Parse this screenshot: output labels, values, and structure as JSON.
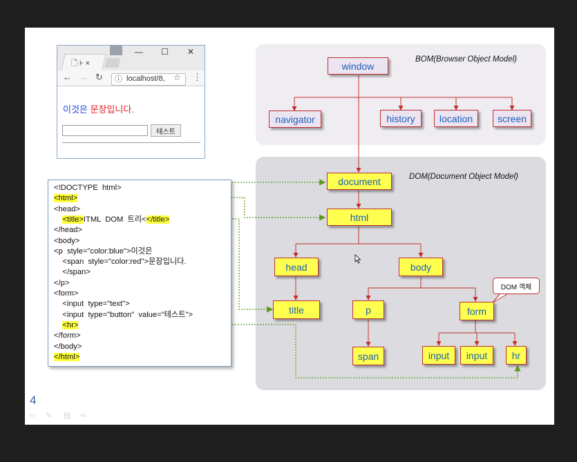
{
  "slide_number": "4",
  "bom": {
    "label": "BOM(Browser Object Model)",
    "nodes": {
      "window": "window",
      "navigator": "navigator",
      "history": "history",
      "location": "location",
      "screen": "screen"
    }
  },
  "dom": {
    "label": "DOM(Document Object Model)",
    "nodes": {
      "document": "document",
      "html": "html",
      "head": "head",
      "body": "body",
      "title": "title",
      "p": "p",
      "form": "form",
      "span": "span",
      "input1": "input",
      "input2": "input",
      "hr": "hr"
    },
    "callout": "DOM 객체"
  },
  "browser": {
    "tab_text": "🗋 ⊦ ×",
    "window_controls": [
      "—",
      "☐",
      "✕"
    ],
    "url": "localhost/8,",
    "page_text_blue": "이것은",
    "page_text_red": "문장입니다.",
    "button_label": "테스트"
  },
  "code": {
    "lines": [
      {
        "pre": "<!DOCTYPE  html>",
        "hl": "",
        "post": ""
      },
      {
        "pre": "",
        "hl": "<html>",
        "post": ""
      },
      {
        "pre": "<head>",
        "hl": "",
        "post": ""
      },
      {
        "pre": "    ",
        "hl": "<title>",
        "post": "ITML  DOM  트리<",
        "hl2": "</title>"
      },
      {
        "pre": "</head>",
        "hl": "",
        "post": ""
      },
      {
        "pre": "<body>",
        "hl": "",
        "post": ""
      },
      {
        "pre": "<p  style=\"color:blue\">이것은",
        "hl": "",
        "post": ""
      },
      {
        "pre": "    <span  style=\"color:red\">문장입니다.",
        "hl": "",
        "post": ""
      },
      {
        "pre": "    </span>",
        "hl": "",
        "post": ""
      },
      {
        "pre": "</p>",
        "hl": "",
        "post": ""
      },
      {
        "pre": "<form>",
        "hl": "",
        "post": ""
      },
      {
        "pre": "    <input  type=\"text\">",
        "hl": "",
        "post": ""
      },
      {
        "pre": "    <input  type=\"button\"  value=\"테스트\">",
        "hl": "",
        "post": ""
      },
      {
        "pre": "    ",
        "hl": "<hr>",
        "post": ""
      },
      {
        "pre": "</form>",
        "hl": "",
        "post": ""
      },
      {
        "pre": "</body>",
        "hl": "",
        "post": ""
      },
      {
        "pre": "",
        "hl": "</html>",
        "post": ""
      }
    ]
  },
  "colors": {
    "bom_node": "#ede4f2",
    "dom_node": "#ffff4f",
    "node_border": "#c0302b",
    "node_text": "#1a5fb8",
    "connector_red": "#c0302b",
    "connector_green": "#5a9a1a",
    "highlight": "#ffff3a"
  }
}
